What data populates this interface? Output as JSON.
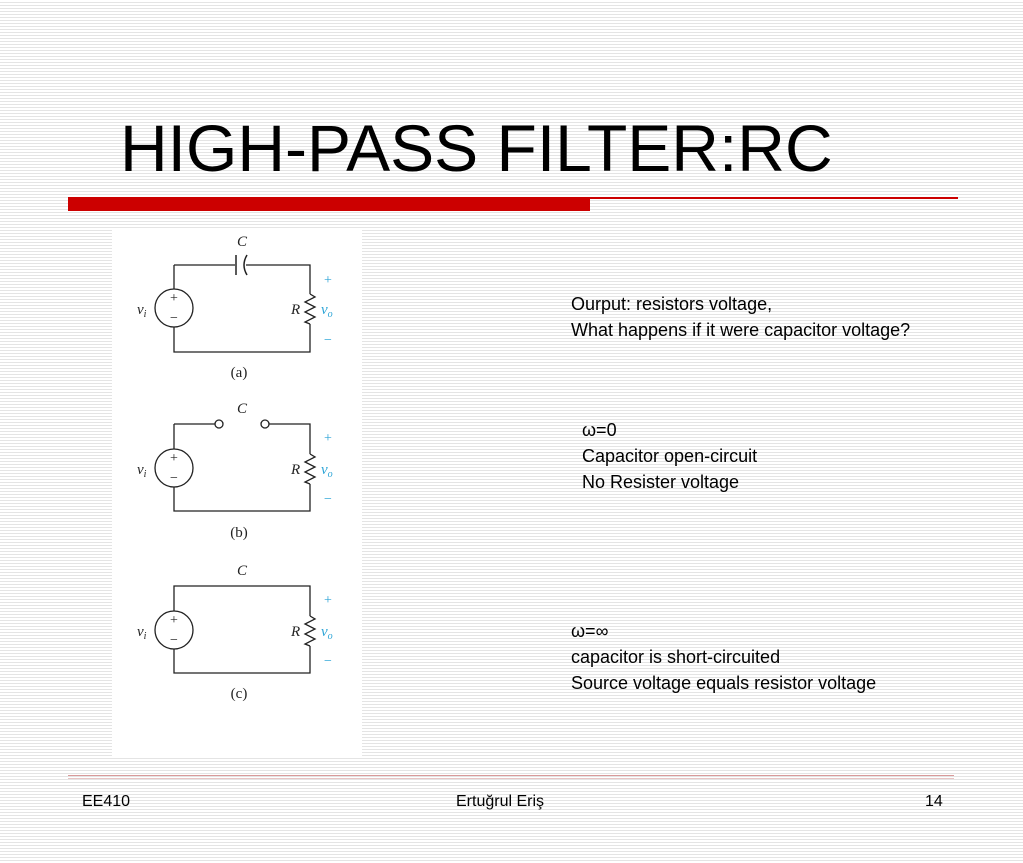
{
  "slide": {
    "title": "HIGH-PASS FILTER:RC",
    "notes": {
      "output": [
        "Ourput: resistors voltage,",
        "What happens if  it were capacitor voltage?"
      ],
      "omega_zero": [
        "ω=0",
        "Capacitor open-circuit",
        "No Resister voltage"
      ],
      "omega_infinity": [
        "ω=∞",
        "capacitor is short-circuited",
        "Source voltage equals resistor voltage"
      ]
    },
    "footer": {
      "left": "EE410",
      "center": "Ertuğrul Eriş",
      "right": "14"
    }
  },
  "figure": {
    "panels": [
      {
        "caption": "(a)",
        "capacitor_state": "capacitor"
      },
      {
        "caption": "(b)",
        "capacitor_state": "open"
      },
      {
        "caption": "(c)",
        "capacitor_state": "short"
      }
    ],
    "labels": {
      "capacitor": "C",
      "resistor": "R",
      "source_v": "v",
      "source_sub": "i",
      "output_v": "v",
      "output_sub": "o",
      "plus": "+",
      "minus": "−"
    },
    "colors": {
      "accent_red": "#cc0000",
      "output_label": "#29a3d6",
      "wire": "#222222"
    }
  }
}
